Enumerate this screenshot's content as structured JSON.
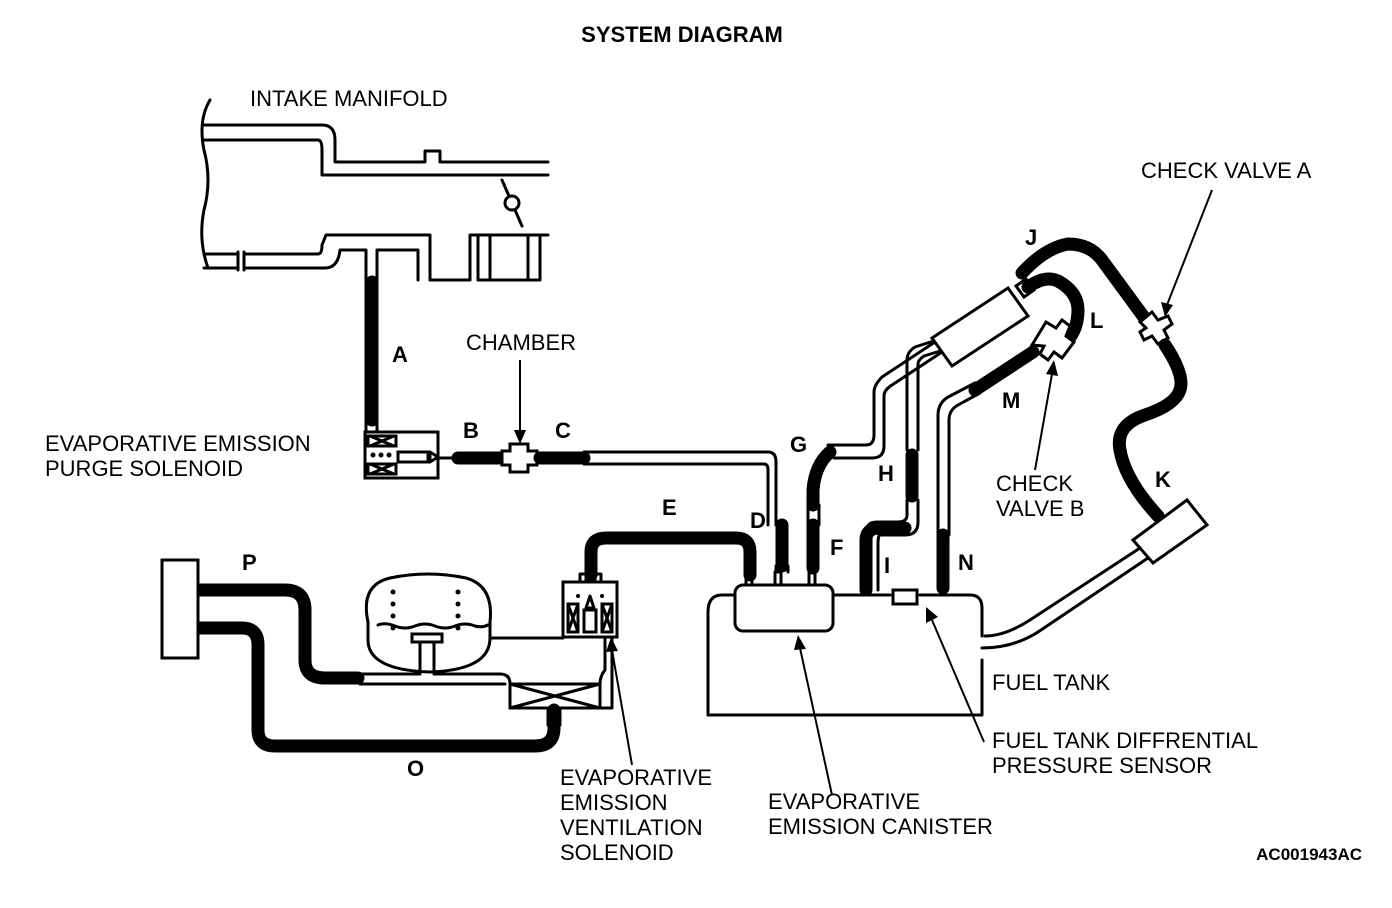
{
  "title": "SYSTEM DIAGRAM",
  "figure_code": "AC001943AC",
  "components": {
    "intake_manifold": "INTAKE MANIFOLD",
    "purge_solenoid": [
      "EVAPORATIVE EMISSION",
      "PURGE SOLENOID"
    ],
    "chamber": "CHAMBER",
    "check_valve_a": "CHECK VALVE A",
    "check_valve_b": [
      "CHECK",
      "VALVE B"
    ],
    "ventilation_solenoid": [
      "EVAPORATIVE",
      "EMISSION",
      "VENTILATION",
      "SOLENOID"
    ],
    "canister": [
      "EVAPORATIVE",
      "EMISSION CANISTER"
    ],
    "fuel_tank": "FUEL TANK",
    "pressure_sensor": [
      "FUEL TANK DIFFRENTIAL",
      "PRESSURE SENSOR"
    ]
  },
  "hoses": {
    "a": "A",
    "b": "B",
    "c": "C",
    "d": "D",
    "e": "E",
    "f": "F",
    "g": "G",
    "h": "H",
    "i": "I",
    "j": "J",
    "k": "K",
    "l": "L",
    "m": "M",
    "n": "N",
    "o": "O",
    "p": "P"
  }
}
